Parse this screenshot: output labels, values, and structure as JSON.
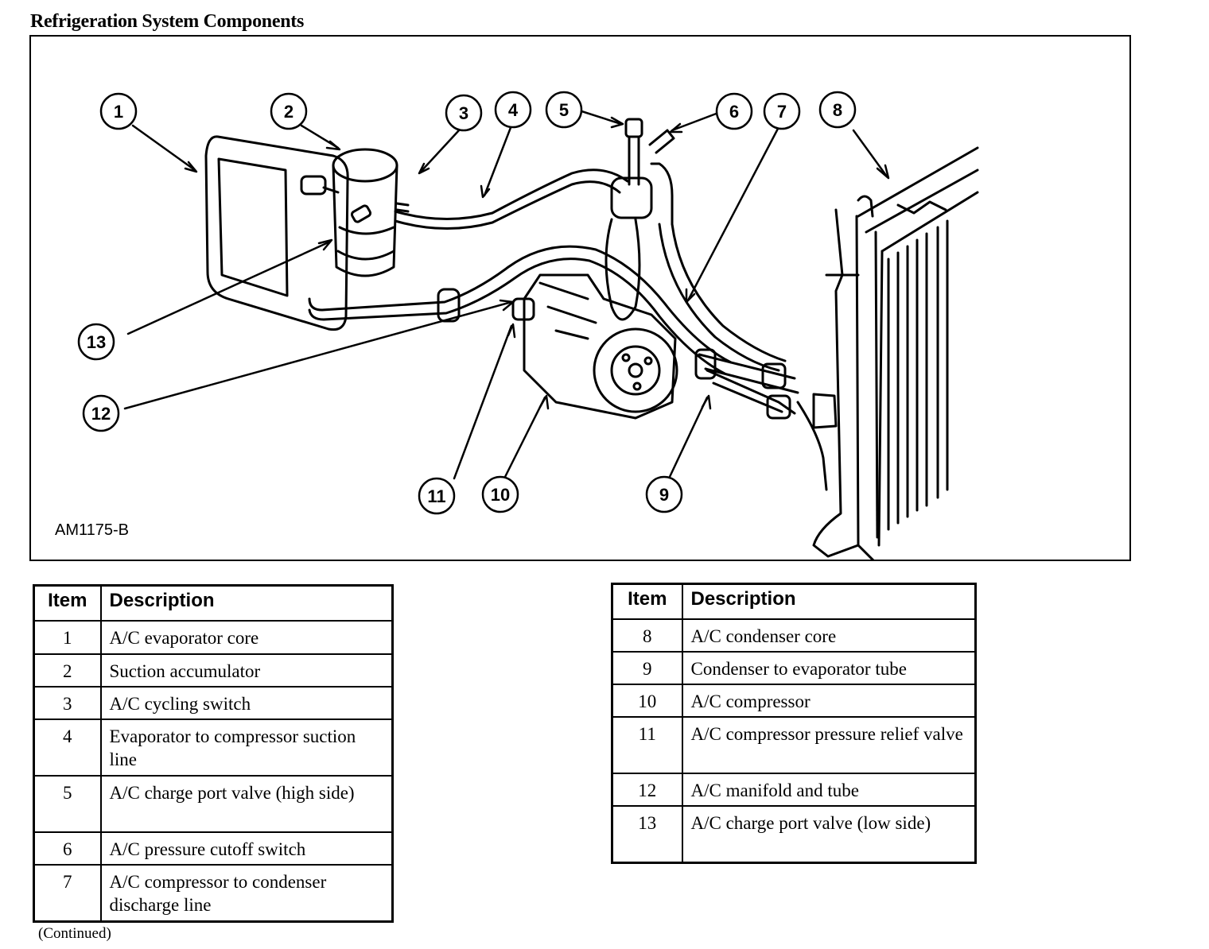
{
  "title": "Refrigeration System Components",
  "figure": {
    "code": "AM1175-B",
    "callouts": [
      "1",
      "2",
      "3",
      "4",
      "5",
      "6",
      "7",
      "8",
      "9",
      "10",
      "11",
      "12",
      "13"
    ]
  },
  "table_left": {
    "headers": {
      "item": "Item",
      "description": "Description"
    },
    "rows": [
      {
        "item": "1",
        "description": "A/C evaporator core"
      },
      {
        "item": "2",
        "description": "Suction accumulator"
      },
      {
        "item": "3",
        "description": "A/C cycling switch"
      },
      {
        "item": "4",
        "description": "Evaporator to compressor suction line"
      },
      {
        "item": "5",
        "description": "A/C charge port valve (high side)"
      },
      {
        "item": "6",
        "description": "A/C pressure cutoff switch"
      },
      {
        "item": "7",
        "description": "A/C compressor to condenser discharge line"
      }
    ]
  },
  "table_right": {
    "headers": {
      "item": "Item",
      "description": "Description"
    },
    "rows": [
      {
        "item": "8",
        "description": "A/C condenser core"
      },
      {
        "item": "9",
        "description": "Condenser to evaporator tube"
      },
      {
        "item": "10",
        "description": "A/C compressor"
      },
      {
        "item": "11",
        "description": "A/C compressor pressure relief valve"
      },
      {
        "item": "12",
        "description": "A/C manifold and tube"
      },
      {
        "item": "13",
        "description": "A/C charge port valve (low side)"
      }
    ]
  },
  "continued_note": "(Continued)"
}
